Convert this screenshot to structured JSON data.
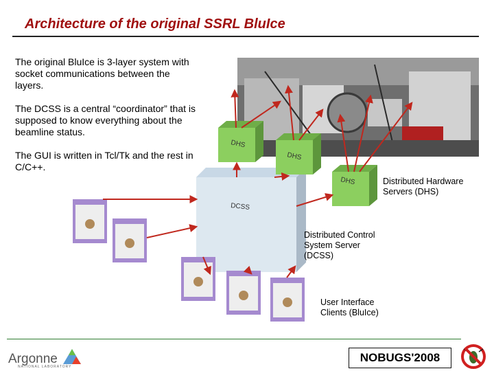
{
  "slide": {
    "title": "Architecture of the original SSRL BluIce",
    "paragraphs": [
      "The original BluIce is 3-layer system with socket communications between the layers.",
      "The DCSS is a central “coordinator” that is supposed to know everything about the beamline status.",
      "The GUI is written in Tcl/Tk and the rest in C/C++."
    ]
  },
  "diagram": {
    "dhs_box_label": "DHS",
    "dcss_box_label": "DCSS",
    "dhs_caption": "Distributed Hardware Servers (DHS)",
    "dcss_caption": "Distributed Control System Server (DCSS)",
    "clients_caption": "User Interface Clients (BluIce)"
  },
  "footer": {
    "logo_text": "Argonne",
    "logo_sub": "NATIONAL LABORATORY",
    "conference": "NOBUGS'2008"
  },
  "colors": {
    "title": "#a01010",
    "arrow": "#c0281e",
    "dhs_box": "#8ccf5f",
    "dcss_box": "#dde8f0",
    "client_box": "#a58acf"
  }
}
